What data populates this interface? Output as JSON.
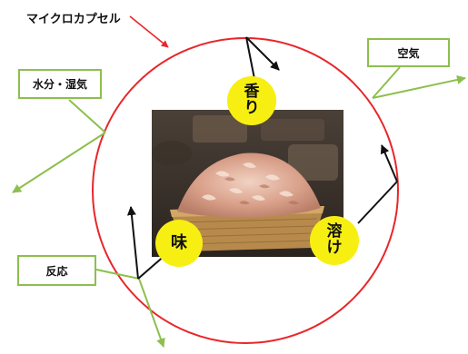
{
  "labels": {
    "microcapsule": "マイクロカプセル",
    "moisture": "水分・湿気",
    "air": "空気",
    "reaction": "反応",
    "aroma_line1": "香",
    "aroma_line2": "り",
    "dissolve_line1": "溶",
    "dissolve_line2": "け",
    "taste": "味"
  },
  "image": {
    "subject": "katsuobushi (bonito flakes) on a bamboo tray"
  },
  "colors": {
    "capsule_outline": "#e8262a",
    "green_arrows": "#8dbf4e",
    "yellow_circles": "#f7ef12",
    "black_arrows": "#111111"
  }
}
